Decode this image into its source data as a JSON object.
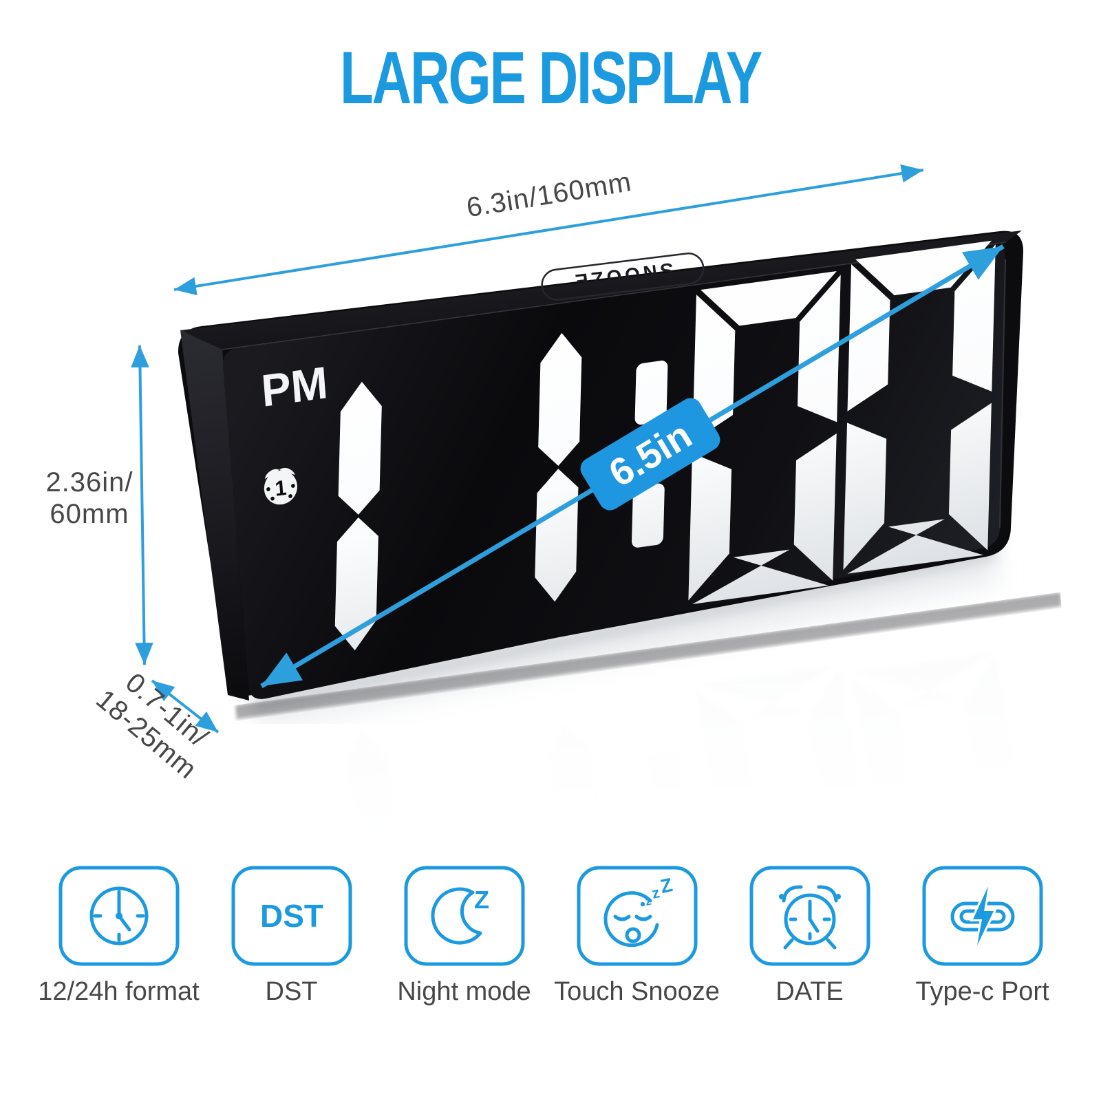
{
  "title": "LARGE DISPLAY",
  "colors": {
    "accent": "#1b9ae0",
    "arrow": "#2e9fdd",
    "label": "#474747",
    "badge": "#1e96e0"
  },
  "dimensions": {
    "width_label": "6.3in/160mm",
    "height_label_line1": "2.36in/",
    "height_label_line2": "60mm",
    "depth_label_line1": "0.7-1in/",
    "depth_label_line2": "18-25mm",
    "diagonal_label": "6.5in"
  },
  "clock": {
    "meridiem": "PM",
    "time": "11:00",
    "alarm_indicator": "1",
    "snooze_button": "SNOOZE"
  },
  "features": [
    {
      "icon": "clock-format-icon",
      "label": "12/24h format"
    },
    {
      "icon": "dst-icon",
      "label": "DST",
      "text": "DST"
    },
    {
      "icon": "night-mode-icon",
      "label": "Night mode"
    },
    {
      "icon": "touch-snooze-icon",
      "label": "Touch Snooze"
    },
    {
      "icon": "alarm-clock-icon",
      "label": "DATE"
    },
    {
      "icon": "type-c-icon",
      "label": "Type-c Port"
    }
  ]
}
